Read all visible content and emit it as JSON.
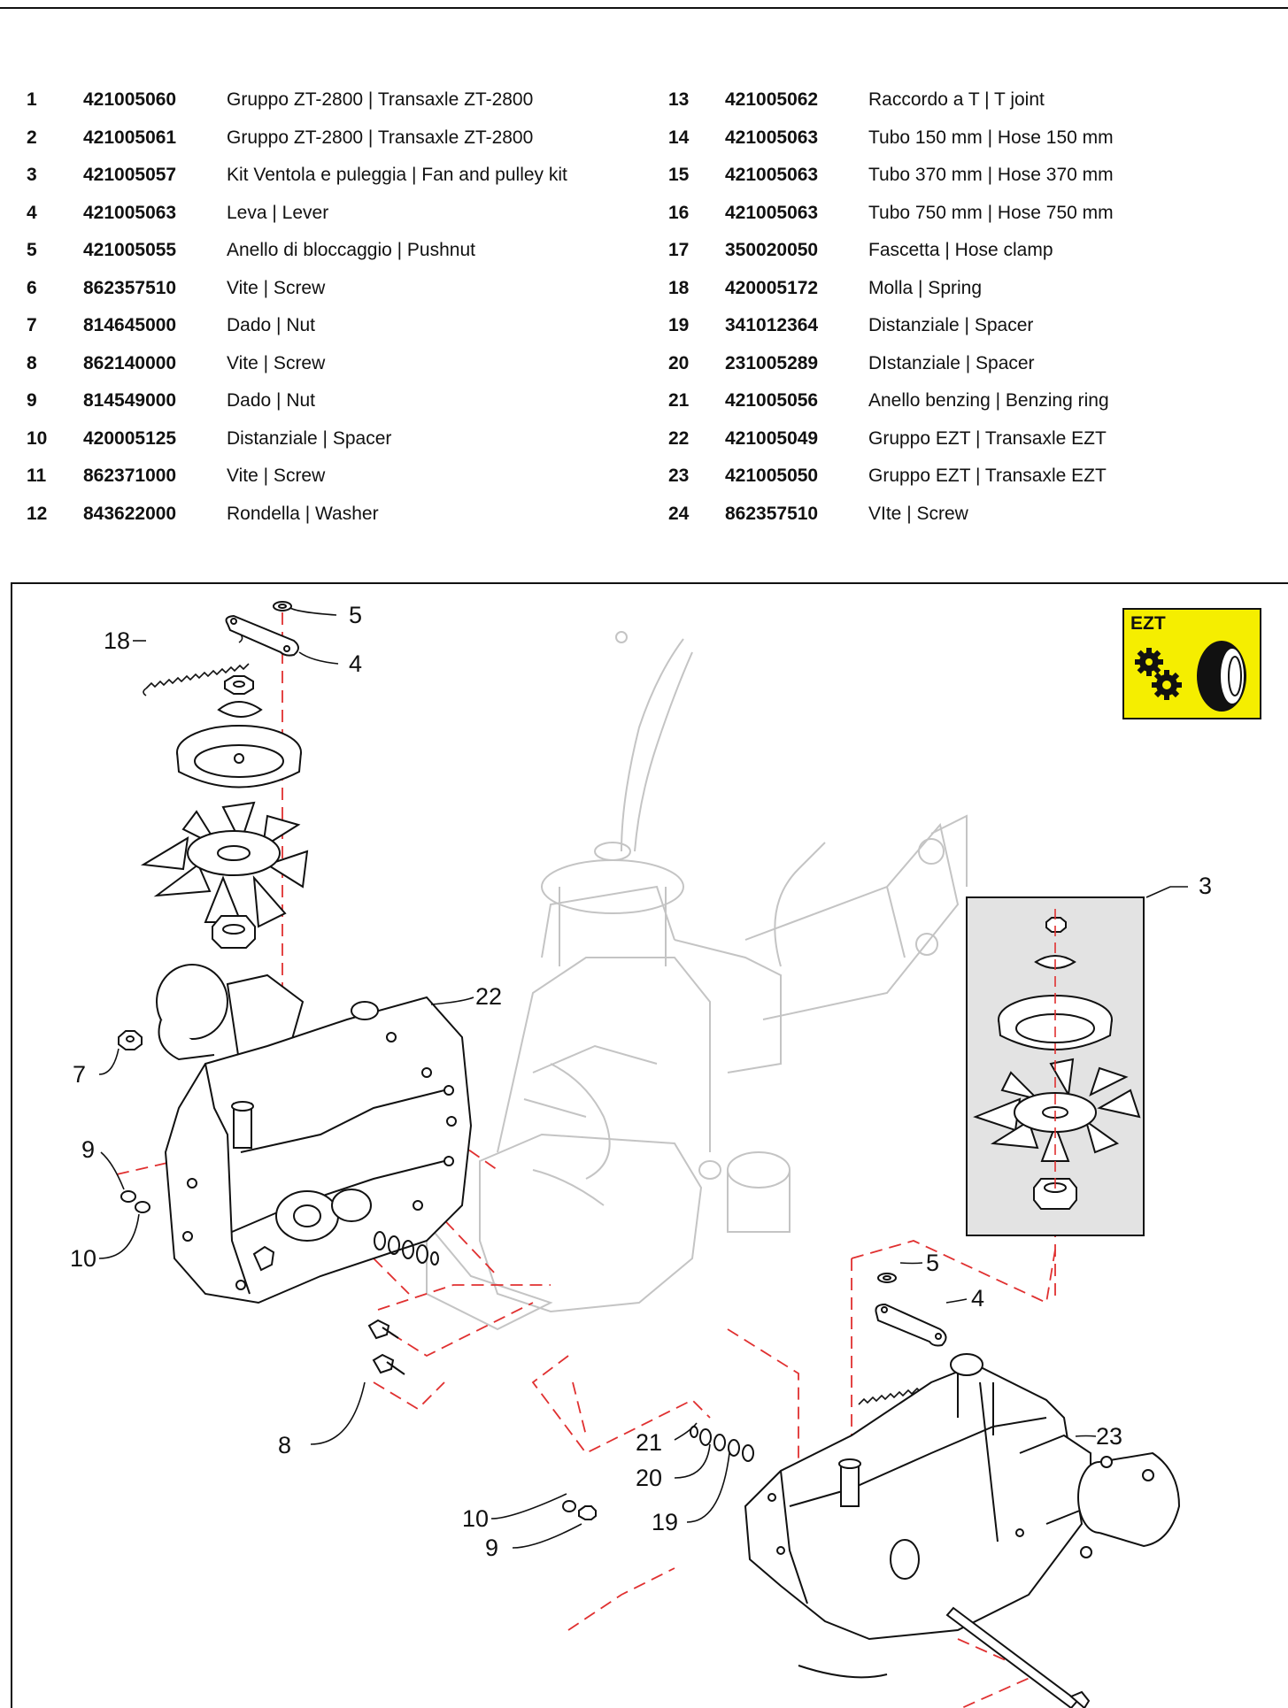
{
  "parts_left": [
    {
      "num": "1",
      "code": "421005060",
      "desc": "Gruppo ZT-2800 | Transaxle ZT-2800"
    },
    {
      "num": "2",
      "code": "421005061",
      "desc": "Gruppo ZT-2800 | Transaxle ZT-2800"
    },
    {
      "num": "3",
      "code": "421005057",
      "desc": "Kit Ventola e puleggia | Fan and pulley kit"
    },
    {
      "num": "4",
      "code": "421005063",
      "desc": "Leva | Lever"
    },
    {
      "num": "5",
      "code": "421005055",
      "desc": "Anello di bloccaggio | Pushnut"
    },
    {
      "num": "6",
      "code": "862357510",
      "desc": "Vite | Screw"
    },
    {
      "num": "7",
      "code": "814645000",
      "desc": "Dado | Nut"
    },
    {
      "num": "8",
      "code": "862140000",
      "desc": "Vite | Screw"
    },
    {
      "num": "9",
      "code": "814549000",
      "desc": "Dado | Nut"
    },
    {
      "num": "10",
      "code": "420005125",
      "desc": "Distanziale | Spacer"
    },
    {
      "num": "11",
      "code": "862371000",
      "desc": "Vite | Screw"
    },
    {
      "num": "12",
      "code": "843622000",
      "desc": "Rondella | Washer"
    }
  ],
  "parts_right": [
    {
      "num": "13",
      "code": "421005062",
      "desc": "Raccordo a T | T joint"
    },
    {
      "num": "14",
      "code": "421005063",
      "desc": "Tubo 150 mm | Hose 150 mm"
    },
    {
      "num": "15",
      "code": "421005063",
      "desc": "Tubo 370 mm | Hose 370 mm"
    },
    {
      "num": "16",
      "code": "421005063",
      "desc": "Tubo 750 mm | Hose 750 mm"
    },
    {
      "num": "17",
      "code": "350020050",
      "desc": "Fascetta | Hose clamp"
    },
    {
      "num": "18",
      "code": "420005172",
      "desc": "Molla | Spring"
    },
    {
      "num": "19",
      "code": "341012364",
      "desc": "Distanziale | Spacer"
    },
    {
      "num": "20",
      "code": "231005289",
      "desc": "DIstanziale | Spacer"
    },
    {
      "num": "21",
      "code": "421005056",
      "desc": "Anello benzing | Benzing ring"
    },
    {
      "num": "22",
      "code": "421005049",
      "desc": "Gruppo EZT | Transaxle EZT"
    },
    {
      "num": "23",
      "code": "421005050",
      "desc": "Gruppo EZT | Transaxle EZT"
    },
    {
      "num": "24",
      "code": "862357510",
      "desc": "VIte | Screw"
    }
  ],
  "badge": {
    "text": "EZT",
    "icon": "gears-wheel-icon",
    "bg": "#f5ee00"
  },
  "callouts": {
    "c18": "18",
    "c5a": "5",
    "c4a": "4",
    "c7": "7",
    "c9a": "9",
    "c10a": "10",
    "c22": "22",
    "c3": "3",
    "c5b": "5",
    "c4b": "4",
    "c8": "8",
    "c21": "21",
    "c20": "20",
    "c19": "19",
    "c10b": "10",
    "c9b": "9",
    "c23": "23"
  },
  "colors": {
    "leader_dashed": "#e03030",
    "ghost": "#c4c4c4",
    "inset_bg": "#e3e3e3"
  }
}
